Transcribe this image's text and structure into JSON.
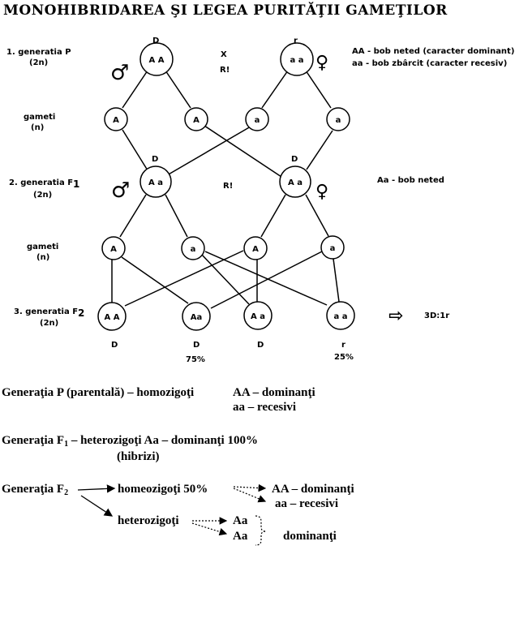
{
  "title": "MONOHIBRIDAREA ŞI LEGEA PURITĂŢII GAMEŢILOR",
  "rows": {
    "p_label": "1. generatia P",
    "p_ploidy": "(2n)",
    "g1_label": "gameti",
    "g1_ploidy": "(n)",
    "f1_label_prefix": "2. generatia F",
    "f1_label_sub": "1",
    "f1_ploidy": "(2n)",
    "g2_label": "gameti",
    "g2_ploidy": "(n)",
    "f2_label_prefix": "3. generatia F",
    "f2_label_sub": "2",
    "f2_ploidy": "(2n)"
  },
  "legend": {
    "line1": "AA - bob neted (caracter dominant)",
    "line2": "aa - bob zbârcit (caracter recesiv)",
    "f1_note": "Aa - bob neted"
  },
  "symbols": {
    "male": "♂",
    "female": "♀",
    "cross": "X",
    "r1": "R!",
    "r2": "R!",
    "arrow": "⇨"
  },
  "marks": {
    "p_male": "D",
    "p_female": "r",
    "f1_male": "D",
    "f1_female": "D",
    "f2_1": "D",
    "f2_2": "D",
    "f2_3": "D",
    "f2_4": "r",
    "pct_dominant": "75%",
    "pct_recessive": "25%",
    "ratio": "3D:1r"
  },
  "nodes": {
    "p_male": "A A",
    "p_female": "a a",
    "g1_1": "A",
    "g1_2": "A",
    "g1_3": "a",
    "g1_4": "a",
    "f1_male": "A a",
    "f1_female": "A a",
    "g2_1": "A",
    "g2_2": "a",
    "g2_3": "A",
    "g2_4": "a",
    "f2_1": "A A",
    "f2_2": "Aa",
    "f2_3": "A a",
    "f2_4": "a a"
  },
  "summary": {
    "p_line": "Generaţia P (parentală) – homozigoţi",
    "p_aa_dom": "AA – dominanţi",
    "p_aa_rec": "aa – recesivi",
    "f1_prefix": "Generaţia F",
    "f1_sub": "1",
    "f1_rest": " – heterozigoţi Aa – dominanţi 100%",
    "f1_hybrid": "(hibrizi)",
    "f2_prefix": "Generaţia F",
    "f2_sub": "2",
    "homo": "homeozigoţi 50%",
    "homo_dom": "AA – dominanţi",
    "homo_rec": "aa – recesivi",
    "hetero": "heterozigoţi",
    "het1": "Aa",
    "het2": "Aa",
    "het_dom": "dominanţi"
  }
}
